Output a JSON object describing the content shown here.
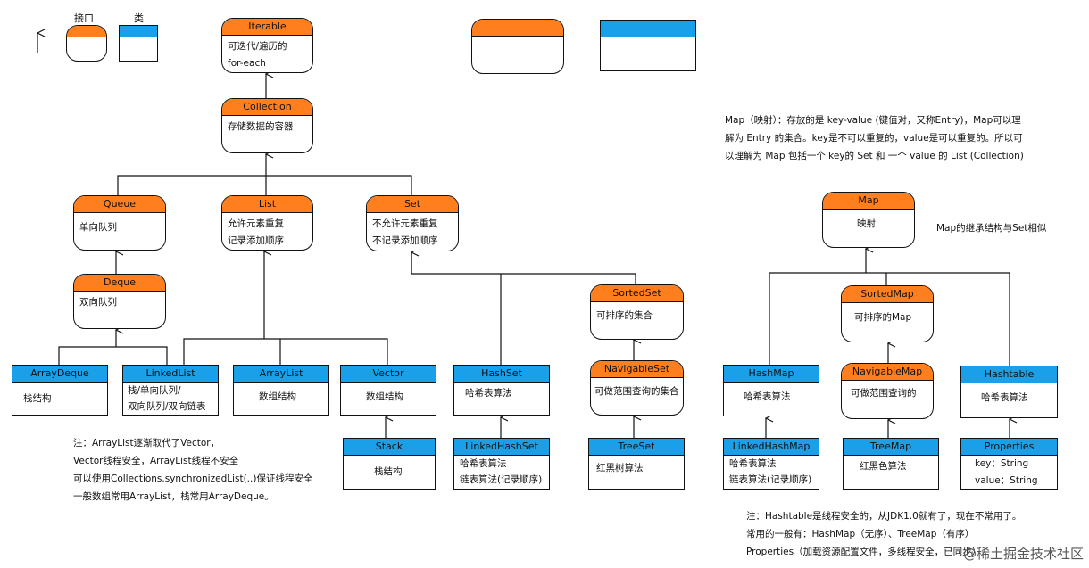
{
  "legend": {
    "interface_label": "接口",
    "class_label": "类"
  },
  "nodes": {
    "iterable": {
      "title": "Iterable",
      "lines": [
        "可迭代/遍历的",
        "for-each"
      ]
    },
    "collection": {
      "title": "Collection",
      "lines": [
        "存储数据的容器"
      ]
    },
    "queue": {
      "title": "Queue",
      "lines": [
        "单向队列"
      ]
    },
    "list": {
      "title": "List",
      "lines": [
        "允许元素重复",
        "记录添加顺序"
      ]
    },
    "set": {
      "title": "Set",
      "lines": [
        "不允许元素重复",
        "不记录添加顺序"
      ]
    },
    "deque": {
      "title": "Deque",
      "lines": [
        "双向队列"
      ]
    },
    "sortedset": {
      "title": "SortedSet",
      "lines": [
        "可排序的集合"
      ]
    },
    "navigableset": {
      "title": "NavigableSet",
      "lines": [
        "可做范围查询的集合"
      ]
    },
    "arraydeque": {
      "title": "ArrayDeque",
      "lines": [
        "栈结构"
      ]
    },
    "linkedlist": {
      "title": "LinkedList",
      "lines": [
        "栈/单向队列/",
        "双向队列/双向链表"
      ]
    },
    "arraylist": {
      "title": "ArrayList",
      "lines": [
        "数组结构"
      ]
    },
    "vector": {
      "title": "Vector",
      "lines": [
        "数组结构"
      ]
    },
    "hashset": {
      "title": "HashSet",
      "lines": [
        "哈希表算法"
      ]
    },
    "stack": {
      "title": "Stack",
      "lines": [
        "栈结构"
      ]
    },
    "linkedhashset": {
      "title": "LinkedHashSet",
      "lines": [
        "哈希表算法",
        "链表算法(记录顺序)"
      ]
    },
    "treeset": {
      "title": "TreeSet",
      "lines": [
        "红黑树算法"
      ]
    },
    "map": {
      "title": "Map",
      "lines": [
        "映射"
      ]
    },
    "sortedmap": {
      "title": "SortedMap",
      "lines": [
        "可排序的Map"
      ]
    },
    "navigablemap": {
      "title": "NavigableMap",
      "lines": [
        "可做范围查询的"
      ]
    },
    "hashmap": {
      "title": "HashMap",
      "lines": [
        "哈希表算法"
      ]
    },
    "hashtable": {
      "title": "Hashtable",
      "lines": [
        "哈希表算法"
      ]
    },
    "linkedhashmap": {
      "title": "LinkedHashMap",
      "lines": [
        "哈希表算法",
        "链表算法(记录顺序)"
      ]
    },
    "treemap": {
      "title": "TreeMap",
      "lines": [
        "红黑色算法"
      ]
    },
    "properties": {
      "title": "Properties",
      "lines": [
        "key：String",
        "value：String"
      ]
    }
  },
  "notes": {
    "list_note": [
      "注：ArrayList逐渐取代了Vector，",
      "Vector线程安全，ArrayList线程不安全",
      "可以使用Collections.synchronizedList(..)保证线程安全",
      "一般数组常用ArrayList，栈常用ArrayDeque。"
    ],
    "map_intro": [
      "Map（映射）：存放的是 key-value (键值对，又称Entry)，Map可以理",
      "解为 Entry 的集合。key是不可以重复的，value是可以重复的。所以可",
      "以理解为 Map 包括一个 key的 Set 和 一个 value 的 List (Collection)"
    ],
    "map_side": "Map的继承结构与Set相似",
    "map_note": [
      "注：Hashtable是线程安全的，从JDK1.0就有了，现在不常用了。",
      "常用的一般有：HashMap（无序）、TreeMap（有序）",
      "Properties（加载资源配置文件，多线程安全，已同步）"
    ]
  },
  "watermark": "@稀土掘金技术社区",
  "colors": {
    "interface_header": "#ff7f1e",
    "class_header": "#1aa0e8",
    "line": "#111111"
  }
}
